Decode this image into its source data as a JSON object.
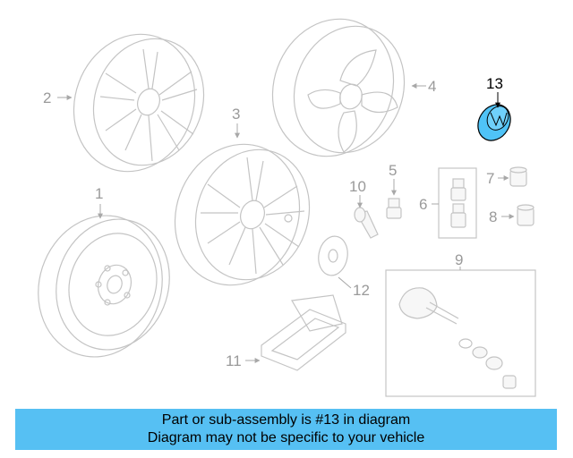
{
  "diagram": {
    "callouts": {
      "c1": "1",
      "c2": "2",
      "c3": "3",
      "c4": "4",
      "c5": "5",
      "c6": "6",
      "c7": "7",
      "c8": "8",
      "c9": "9",
      "c10": "10",
      "c11": "11",
      "c12": "12",
      "c13": "13"
    },
    "highlight_part": "13",
    "colors": {
      "highlight": "#4fc3f7",
      "line": "#c4c4c4",
      "caption_bg": "#56c0f3"
    }
  },
  "caption": {
    "line1": "Part or sub-assembly is #13 in diagram",
    "line2": "Diagram may not be specific to your vehicle"
  }
}
